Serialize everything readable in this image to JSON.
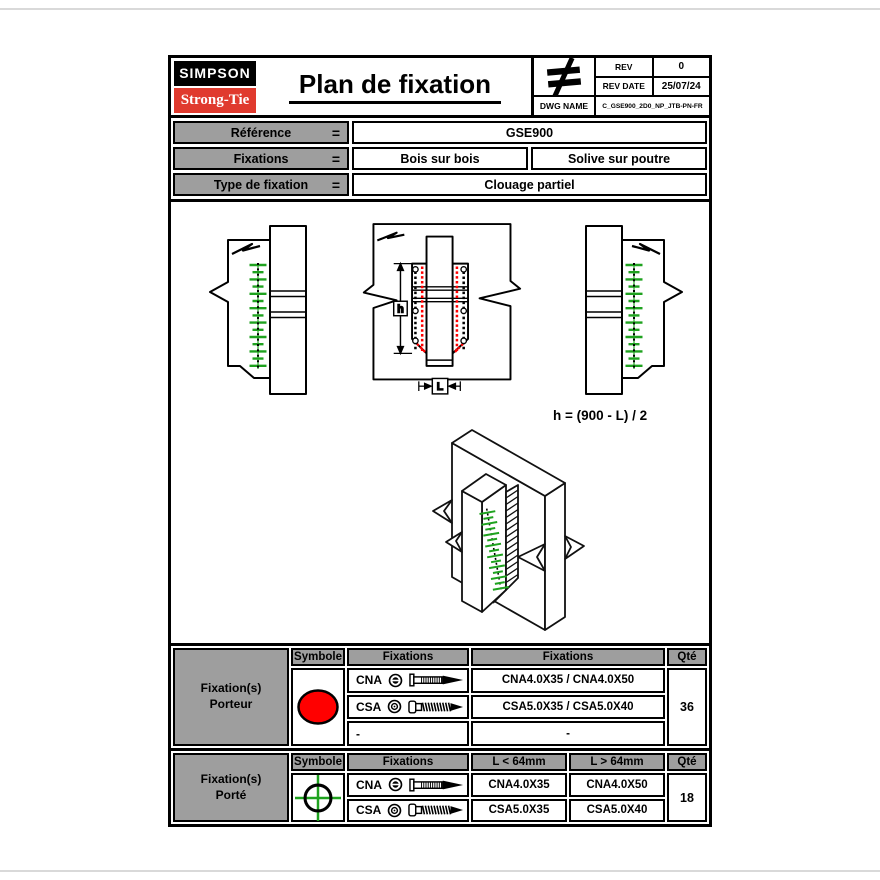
{
  "header": {
    "logo_line1": "SIMPSON",
    "logo_line2": "Strong-Tie",
    "title": "Plan de fixation",
    "symbol": "not-equal",
    "rev_label": "REV",
    "rev_value": "0",
    "rev_date_label": "REV DATE",
    "rev_date_value": "25/07/24",
    "dwg_name_label": "DWG NAME",
    "dwg_name_value": "C_GSE900_2D0_NP_JTB-PN-FR"
  },
  "info": {
    "equals_sign": "=",
    "rows": [
      {
        "label": "Référence",
        "values": [
          "GSE900"
        ]
      },
      {
        "label": "Fixations",
        "values": [
          "Bois sur bois",
          "Solive sur poutre"
        ]
      },
      {
        "label": "Type de fixation",
        "values": [
          "Clouage partiel"
        ]
      }
    ]
  },
  "drawing": {
    "formula": "h = (900 - L) / 2",
    "dim_h": "h",
    "dim_L": "L",
    "views": [
      "side-view-left",
      "front-view",
      "side-view-right",
      "isometric-view"
    ]
  },
  "tables": {
    "porteur": {
      "label_line1": "Fixation(s)",
      "label_line2": "Porteur",
      "headers": [
        "Symbole",
        "Fixations",
        "Fixations",
        "Qté"
      ],
      "symbol": "red-filled-circle",
      "rows": [
        {
          "name": "CNA",
          "value": "CNA4.0X35 / CNA4.0X50"
        },
        {
          "name": "CSA",
          "value": "CSA5.0X35 / CSA5.0X40"
        },
        {
          "name": "-",
          "value": "-"
        }
      ],
      "qty": "36"
    },
    "porte": {
      "label_line1": "Fixation(s)",
      "label_line2": "Porté",
      "headers": [
        "Symbole",
        "Fixations",
        "L < 64mm",
        "L > 64mm",
        "Qté"
      ],
      "symbol": "green-crosshair-circle",
      "rows": [
        {
          "name": "CNA",
          "l_small": "CNA4.0X35",
          "l_large": "CNA4.0X50"
        },
        {
          "name": "CSA",
          "l_small": "CSA5.0X35",
          "l_large": "CSA5.0X40"
        }
      ],
      "qty": "18"
    }
  },
  "colors": {
    "logo_red": "#e03a2e",
    "nail_green": "#1fa21f",
    "nail_red": "#ff0000",
    "header_gray": "#9e9e9e"
  }
}
